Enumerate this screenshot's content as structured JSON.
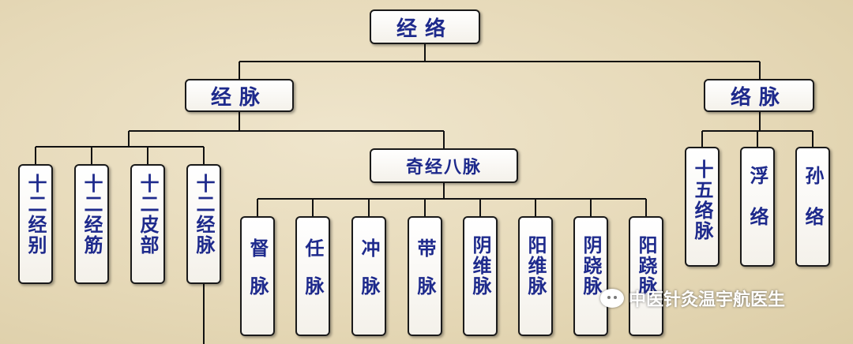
{
  "root": "经络",
  "main": {
    "left": "经脉",
    "right": "络脉"
  },
  "jingmai_children": [
    "十二经别",
    "十二经筋",
    "十二皮部",
    "十二经脉"
  ],
  "qijing_bamai": {
    "title": "奇经八脉",
    "children": [
      "督脉",
      "任脉",
      "冲脉",
      "带脉",
      "阴维脉",
      "阳维脉",
      "阴跷脉",
      "阳跷脉"
    ]
  },
  "luomai_children": [
    "十五络脉",
    "浮络",
    "孙络"
  ],
  "watermark": "中医针灸温宇航医生",
  "colors": {
    "text": "#1e2a8c",
    "border": "#1a1a1a",
    "line": "#111111"
  }
}
